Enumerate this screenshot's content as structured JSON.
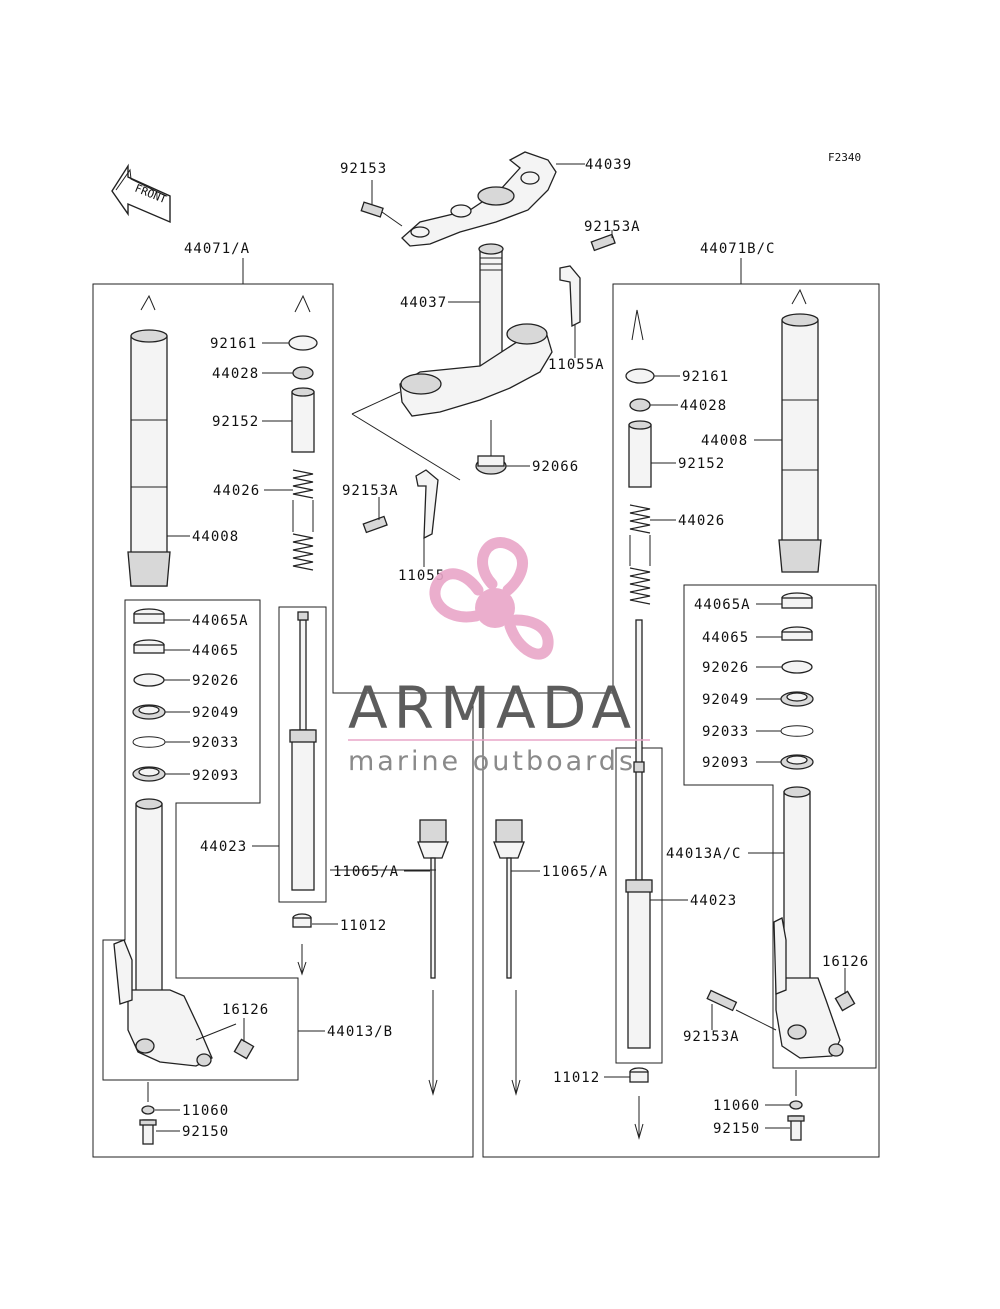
{
  "figure_code": "F2340",
  "front_arrow_label": "FRONT",
  "watermark": {
    "brand": "ARMADA",
    "tagline": "marine outboards",
    "accent_color": "#e9a6c8",
    "text_color": "#5c5c5c"
  },
  "labels": {
    "p92153_top": "92153",
    "p44039": "44039",
    "p92153A_top": "92153A",
    "p44037": "44037",
    "p11055A": "11055A",
    "p92066": "92066",
    "p92153A_mid": "92153A",
    "p11055": "11055",
    "p44071A": "44071/A",
    "p44071BC": "44071B/C",
    "L_92161": "92161",
    "L_44028": "44028",
    "L_92152": "92152",
    "L_44026": "44026",
    "L_44008": "44008",
    "L_44065A": "44065A",
    "L_44065": "44065",
    "L_92026": "92026",
    "L_92049": "92049",
    "L_92033": "92033",
    "L_92093": "92093",
    "L_44023": "44023",
    "L_11065A": "11065/A",
    "L_11012": "11012",
    "L_16126": "16126",
    "L_44013B": "44013/B",
    "L_11060": "11060",
    "L_92150": "92150",
    "R_92161": "92161",
    "R_44028": "44028",
    "R_44008": "44008",
    "R_92152": "92152",
    "R_44026": "44026",
    "R_44065A": "44065A",
    "R_44065": "44065",
    "R_92026": "92026",
    "R_92049": "92049",
    "R_92033": "92033",
    "R_92093": "92093",
    "R_11065A": "11065/A",
    "R_44023": "44023",
    "R_44013AC": "44013A/C",
    "R_16126": "16126",
    "R_92153A": "92153A",
    "R_11012": "11012",
    "R_11060": "11060",
    "R_92150": "92150"
  }
}
